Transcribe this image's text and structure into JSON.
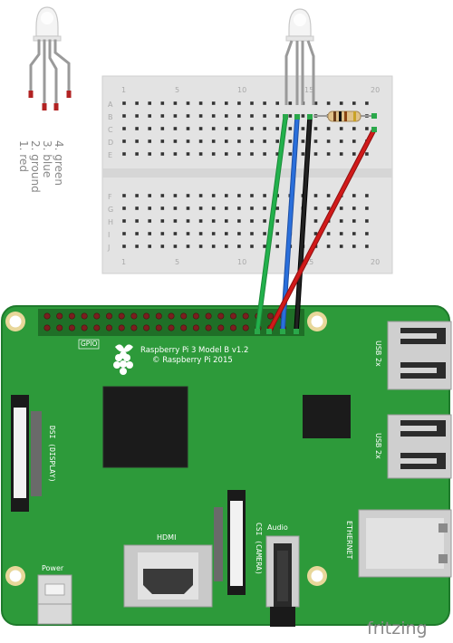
{
  "breadboard": {
    "col_labels": [
      "1",
      "5",
      "10",
      "15",
      "20"
    ],
    "row_labels_top": [
      "A",
      "B",
      "C",
      "D",
      "E"
    ],
    "row_labels_bottom": [
      "F",
      "G",
      "H",
      "I",
      "J"
    ]
  },
  "led_legend": {
    "line1": "1. red",
    "line2": "2. ground",
    "line3": "3. blue",
    "line4": "4. green"
  },
  "pi": {
    "gpio_label": "GPIO",
    "model_line1": "Raspberry Pi 3 Model B v1.2",
    "model_line2": "© Raspberry Pi 2015",
    "usb1_label": "USB 2x",
    "usb2_label": "USB 2x",
    "ethernet_label": "ETHERNET",
    "dsi_label": "DSI (DISPLAY)",
    "csi_label": "CSI (CAMERA)",
    "audio_label": "Audio",
    "hdmi_label": "HDMI",
    "power_label": "Power"
  },
  "watermark": "fritzing",
  "wires": {
    "green": "#22b14c",
    "blue": "#2a6fdb",
    "black": "#111111",
    "red": "#d11a1a"
  },
  "colors": {
    "board": "#2d9a3a",
    "board_edge": "#1f7a2c",
    "breadboard": "#e4e4e4",
    "header_pin": "#7a1f1f"
  }
}
